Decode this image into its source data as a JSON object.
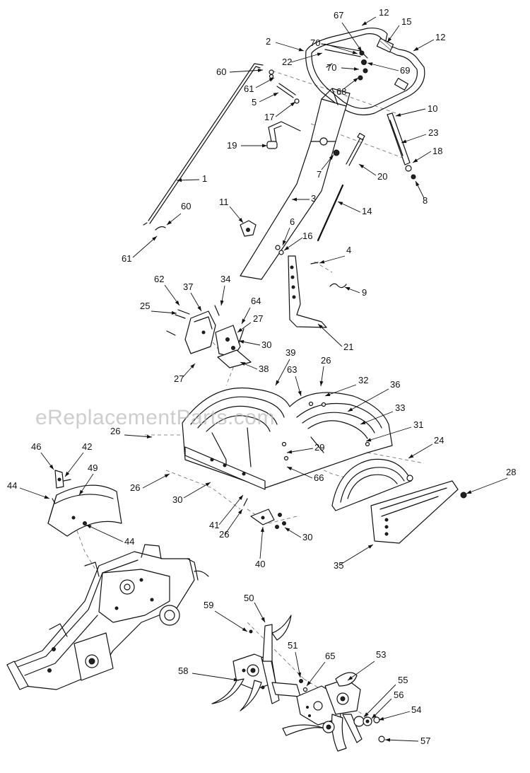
{
  "watermark": "eReplacementParts.com",
  "callouts": [
    {
      "id": "c67",
      "label": "67"
    },
    {
      "id": "c12a",
      "label": "12"
    },
    {
      "id": "c15",
      "label": "15"
    },
    {
      "id": "c12b",
      "label": "12"
    },
    {
      "id": "c2",
      "label": "2"
    },
    {
      "id": "c70a",
      "label": "70"
    },
    {
      "id": "c22",
      "label": "22"
    },
    {
      "id": "c69",
      "label": "69"
    },
    {
      "id": "c70b",
      "label": "70"
    },
    {
      "id": "c60a",
      "label": "60"
    },
    {
      "id": "c61a",
      "label": "61"
    },
    {
      "id": "c68",
      "label": "68"
    },
    {
      "id": "c5",
      "label": "5"
    },
    {
      "id": "c17",
      "label": "17"
    },
    {
      "id": "c10",
      "label": "10"
    },
    {
      "id": "c23",
      "label": "23"
    },
    {
      "id": "c19",
      "label": "19"
    },
    {
      "id": "c18",
      "label": "18"
    },
    {
      "id": "c7",
      "label": "7"
    },
    {
      "id": "c20",
      "label": "20"
    },
    {
      "id": "c1",
      "label": "1"
    },
    {
      "id": "c8",
      "label": "8"
    },
    {
      "id": "c3",
      "label": "3"
    },
    {
      "id": "c11",
      "label": "11"
    },
    {
      "id": "c60b",
      "label": "60"
    },
    {
      "id": "c14",
      "label": "14"
    },
    {
      "id": "c6",
      "label": "6"
    },
    {
      "id": "c16",
      "label": "16"
    },
    {
      "id": "c61b",
      "label": "61"
    },
    {
      "id": "c4",
      "label": "4"
    },
    {
      "id": "c9",
      "label": "9"
    },
    {
      "id": "c62",
      "label": "62"
    },
    {
      "id": "c37",
      "label": "37"
    },
    {
      "id": "c34",
      "label": "34"
    },
    {
      "id": "c25",
      "label": "25"
    },
    {
      "id": "c64",
      "label": "64"
    },
    {
      "id": "c27a",
      "label": "27"
    },
    {
      "id": "c30a",
      "label": "30"
    },
    {
      "id": "c21",
      "label": "21"
    },
    {
      "id": "c27b",
      "label": "27"
    },
    {
      "id": "c38",
      "label": "38"
    },
    {
      "id": "c39",
      "label": "39"
    },
    {
      "id": "c26a",
      "label": "26"
    },
    {
      "id": "c63",
      "label": "63"
    },
    {
      "id": "c32",
      "label": "32"
    },
    {
      "id": "c36",
      "label": "36"
    },
    {
      "id": "c33",
      "label": "33"
    },
    {
      "id": "c31",
      "label": "31"
    },
    {
      "id": "c26b",
      "label": "26"
    },
    {
      "id": "c46",
      "label": "46"
    },
    {
      "id": "c42",
      "label": "42"
    },
    {
      "id": "c29",
      "label": "29"
    },
    {
      "id": "c24",
      "label": "24"
    },
    {
      "id": "c49",
      "label": "49"
    },
    {
      "id": "c66",
      "label": "66"
    },
    {
      "id": "c26c",
      "label": "26"
    },
    {
      "id": "c44a",
      "label": "44"
    },
    {
      "id": "c28",
      "label": "28"
    },
    {
      "id": "c30b",
      "label": "30"
    },
    {
      "id": "c41",
      "label": "41"
    },
    {
      "id": "c44b",
      "label": "44"
    },
    {
      "id": "c26d",
      "label": "26"
    },
    {
      "id": "c30c",
      "label": "30"
    },
    {
      "id": "c35",
      "label": "35"
    },
    {
      "id": "c40",
      "label": "40"
    },
    {
      "id": "c50",
      "label": "50"
    },
    {
      "id": "c59",
      "label": "59"
    },
    {
      "id": "c51",
      "label": "51"
    },
    {
      "id": "c65",
      "label": "65"
    },
    {
      "id": "c53",
      "label": "53"
    },
    {
      "id": "c58",
      "label": "58"
    },
    {
      "id": "c55",
      "label": "55"
    },
    {
      "id": "c56",
      "label": "56"
    },
    {
      "id": "c54",
      "label": "54"
    },
    {
      "id": "c57",
      "label": "57"
    }
  ]
}
